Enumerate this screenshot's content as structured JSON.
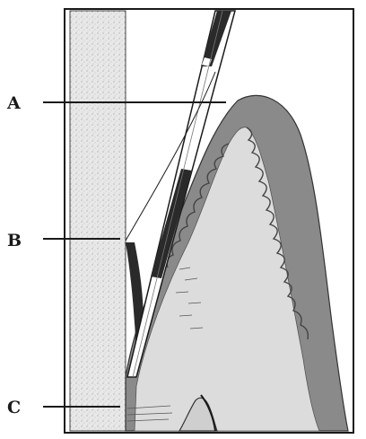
{
  "labels": {
    "a": "A",
    "b": "B",
    "c": "C"
  },
  "colors": {
    "tissue_dark": "#8a8a8a",
    "tissue_light": "#d9d9d9",
    "tooth": "#e6e6e6",
    "line": "#1a1a1a",
    "background": "#ffffff"
  }
}
